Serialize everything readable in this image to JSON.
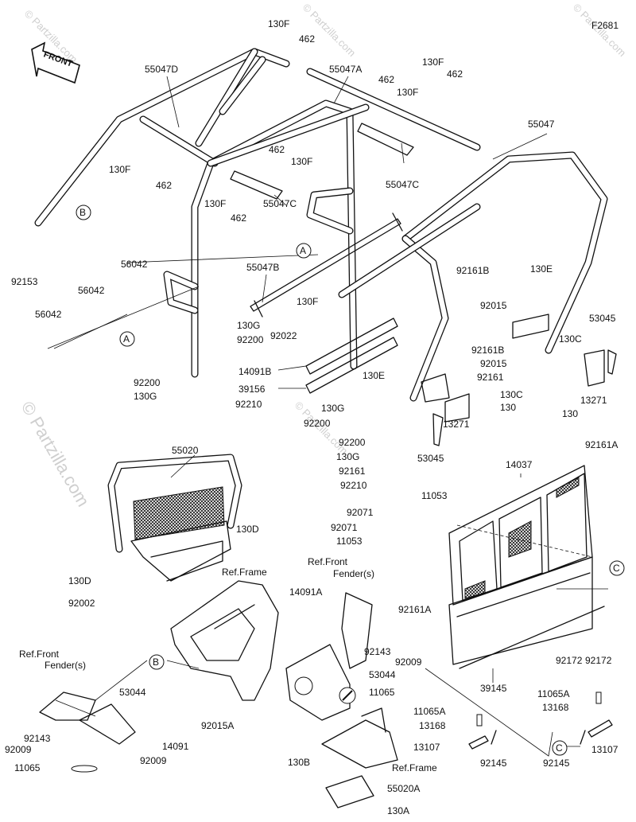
{
  "figure_id": "F2681",
  "front_label": "FRONT",
  "watermark_text": "© Partzilla.com",
  "callouts": {
    "a": "A",
    "b": "B",
    "c": "C"
  },
  "labels": {
    "l_130f_1": "130F",
    "l_462_1": "462",
    "l_55047d": "55047D",
    "l_55047a": "55047A",
    "l_130f_2": "130F",
    "l_462_2": "462",
    "l_462_3": "462",
    "l_130f_3": "130F",
    "l_130f_4": "130F",
    "l_462_4": "462",
    "l_462_5": "462",
    "l_130f_5": "130F",
    "l_55047c_1": "55047C",
    "l_55047": "55047",
    "l_130f_6": "130F",
    "l_462_6": "462",
    "l_55047c_2": "55047C",
    "l_92153": "92153",
    "l_56042_1": "56042",
    "l_56042_2": "56042",
    "l_56042_3": "56042",
    "l_55047b": "55047B",
    "l_130f_7": "130F",
    "l_130g_1": "130G",
    "l_92200_1": "92200",
    "l_92022": "92022",
    "l_14091b": "14091B",
    "l_39156": "39156",
    "l_92200_2": "92200",
    "l_130g_2": "130G",
    "l_92210_1": "92210",
    "l_92161b_1": "92161B",
    "l_130e_1": "130E",
    "l_92015_1": "92015",
    "l_53045_1": "53045",
    "l_130c_1": "130C",
    "l_92161b_2": "92161B",
    "l_92015_2": "92015",
    "l_92161_1": "92161",
    "l_13271_1": "13271",
    "l_130_1": "130",
    "l_130e_2": "130E",
    "l_130g_3": "130G",
    "l_130c_2": "130C",
    "l_130_2": "130",
    "l_92200_3": "92200",
    "l_13271_2": "13271",
    "l_92200_4": "92200",
    "l_130g_4": "130G",
    "l_53045_2": "53045",
    "l_92161_2": "92161",
    "l_92210_2": "92210",
    "l_92161a_1": "92161A",
    "l_14037": "14037",
    "l_55020": "55020",
    "l_130d_1": "130D",
    "l_11053_1": "11053",
    "l_92071_1": "92071",
    "l_92071_2": "92071",
    "l_11053_2": "11053",
    "l_130d_2": "130D",
    "l_92002": "92002",
    "l_ref_frame_1": "Ref.Frame",
    "l_ref_front_1a": "Ref.Front",
    "l_ref_front_1b": "Fender(s)",
    "l_14091a": "14091A",
    "l_92161a_2": "92161A",
    "l_92143_1": "92143",
    "l_92009_1": "92009",
    "l_53044_1": "53044",
    "l_11065_1": "11065",
    "l_ref_front_2a": "Ref.Front",
    "l_ref_front_2b": "Fender(s)",
    "l_53044_2": "53044",
    "l_92015a": "92015A",
    "l_92172_1": "92172",
    "l_92172_2": "92172",
    "l_39145": "39145",
    "l_11065a_1": "11065A",
    "l_13168_1": "13168",
    "l_11065a_2": "11065A",
    "l_13168_2": "13168",
    "l_92143_2": "92143",
    "l_92009_2": "92009",
    "l_14091": "14091",
    "l_11065_2": "11065",
    "l_92009_3": "92009",
    "l_13107_1": "13107",
    "l_92145_1": "92145",
    "l_92145_2": "92145",
    "l_13107_2": "13107",
    "l_130b": "130B",
    "l_ref_frame_2": "Ref.Frame",
    "l_55020a": "55020A",
    "l_130a": "130A"
  },
  "colors": {
    "line": "#111111",
    "background": "#ffffff",
    "watermark": "#cfcfcf"
  }
}
